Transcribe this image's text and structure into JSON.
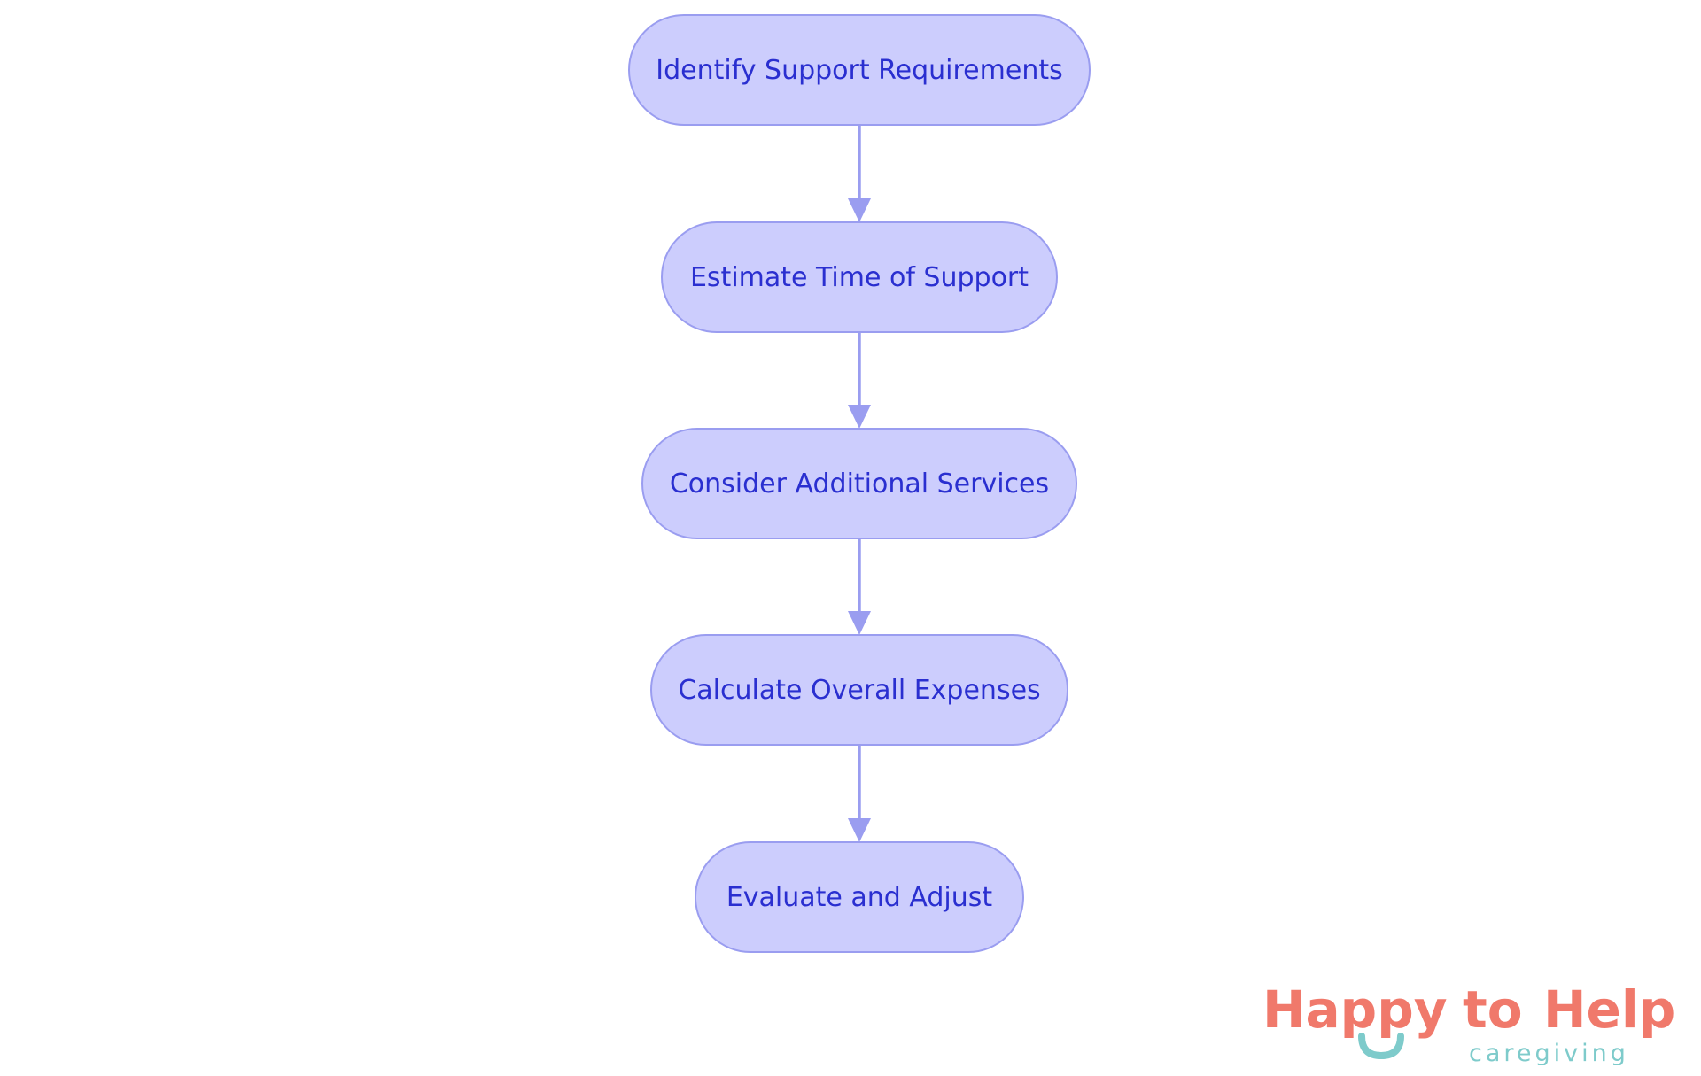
{
  "diagram": {
    "nodes": [
      {
        "id": "n1",
        "label": "Identify Support Requirements"
      },
      {
        "id": "n2",
        "label": "Estimate Time of Support"
      },
      {
        "id": "n3",
        "label": "Consider Additional Services"
      },
      {
        "id": "n4",
        "label": "Calculate Overall Expenses"
      },
      {
        "id": "n5",
        "label": "Evaluate and Adjust"
      }
    ],
    "edges": [
      {
        "from": "n1",
        "to": "n2"
      },
      {
        "from": "n2",
        "to": "n3"
      },
      {
        "from": "n3",
        "to": "n4"
      },
      {
        "from": "n4",
        "to": "n5"
      }
    ]
  },
  "logo": {
    "word_happy": "Happy",
    "word_to": "to",
    "word_help": "Help",
    "subtitle": "caregiving"
  },
  "colors": {
    "node_fill": "#cccdfd",
    "node_stroke": "#9a9df0",
    "node_text": "#2a2fd0",
    "edge": "#9a9df0",
    "logo_coral": "#f0796b",
    "logo_teal": "#7ecbcb"
  }
}
